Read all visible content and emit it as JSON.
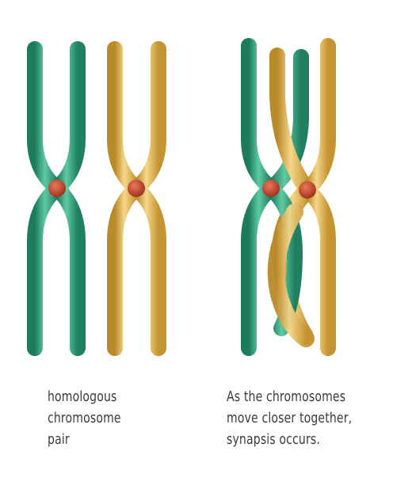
{
  "colors": {
    "green_chromosome": "#2fa581",
    "green_highlight": "#5fcaa2",
    "green_shadow": "#1c7a5d",
    "gold_chromosome": "#e8b650",
    "gold_highlight": "#f6d68a",
    "gold_shadow": "#b98a2a",
    "centromere": "#c1452a",
    "caption_text": "#3a3a3a",
    "background": "#ffffff"
  },
  "panels": [
    {
      "id": "homologous-pair",
      "caption_lines": [
        "homologous",
        "chromosome",
        "pair"
      ]
    },
    {
      "id": "synapsis",
      "caption_lines": [
        "As the chromosomes",
        "move closer together,",
        "synapsis occurs."
      ]
    }
  ]
}
